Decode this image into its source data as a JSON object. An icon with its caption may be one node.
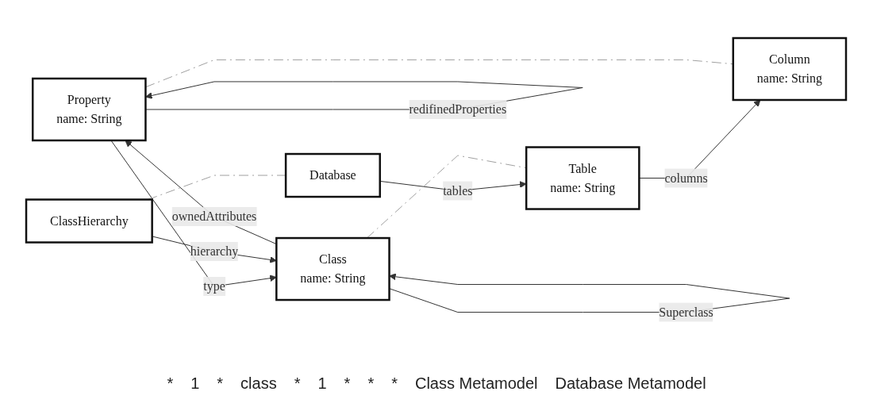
{
  "diagram": {
    "nodes": [
      {
        "text": [
          "Property",
          "name: String"
        ]
      },
      {
        "text": [
          "Class",
          "name: String"
        ]
      },
      {
        "text": [
          "ClassHierarchy"
        ]
      },
      {
        "text": [
          "Column",
          "name: String"
        ]
      },
      {
        "text": [
          "Table",
          "name: String"
        ]
      },
      {
        "text": [
          "Database"
        ]
      }
    ],
    "edges": [
      {
        "from": 0,
        "to": 1,
        "arrow": "to",
        "label": "type"
      },
      {
        "from": 1,
        "to": 0,
        "arrow": "to",
        "label": "ownedAttributes"
      },
      {
        "from": 0,
        "to": 0,
        "arrow": "to",
        "label": "redifinedProperties"
      },
      {
        "from": 1,
        "to": 1,
        "arrow": "to",
        "label": "Superclass"
      },
      {
        "from": 2,
        "to": 1,
        "arrow": "to",
        "label": "hierarchy"
      },
      {
        "from": 4,
        "to": 3,
        "arrow": "to",
        "label": "columns"
      },
      {
        "from": 5,
        "to": 4,
        "arrow": "to",
        "label": "tables"
      },
      {
        "from": 0,
        "to": 3,
        "arrow": "none",
        "style": "dashed",
        "color": "#a0a0a0"
      },
      {
        "from": 1,
        "to": 4,
        "arrow": "none",
        "style": "dashed",
        "color": "#a0a0a0"
      },
      {
        "from": 2,
        "to": 5,
        "arrow": "none",
        "style": "dashed",
        "color": "#a0a0a0"
      }
    ],
    "labels": [
      "*",
      "1",
      "*",
      "class",
      "*",
      "1",
      "*",
      "*",
      "*",
      "Class Metamodel",
      "Database Metamodel"
    ]
  }
}
